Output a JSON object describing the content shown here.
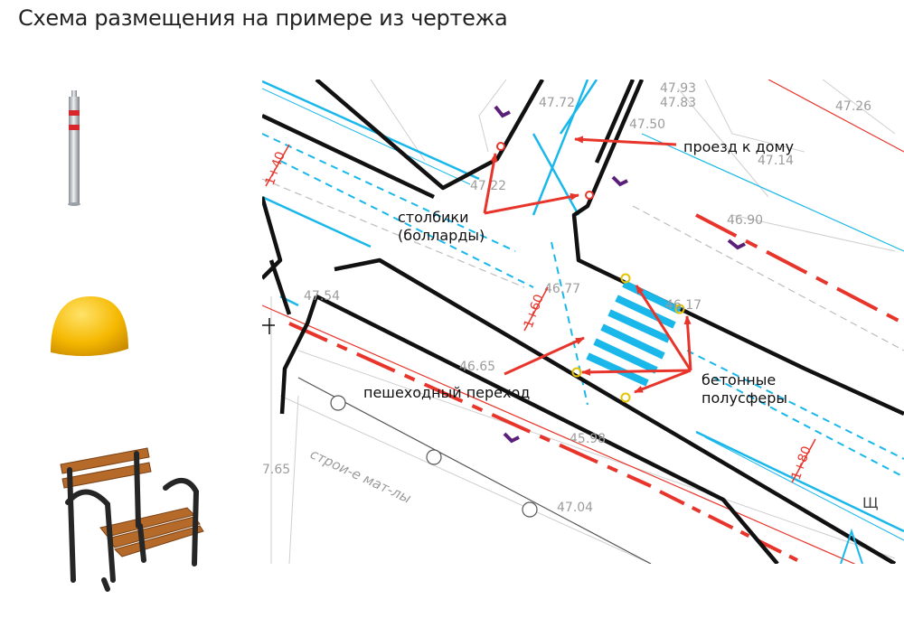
{
  "title": "Схема размещения на примере из чертежа",
  "products": [
    {
      "name": "bollard"
    },
    {
      "name": "concrete-hemisphere"
    },
    {
      "name": "bench"
    }
  ],
  "annotations": {
    "driveway": "проезд к дому",
    "bollards_line1": "столбики",
    "bollards_line2": "(болларды)",
    "crosswalk": "пешеходный переход",
    "hemispheres_line1": "бетонные",
    "hemispheres_line2": "полусферы"
  },
  "stations": {
    "s1": "1+40",
    "s2": "1+60",
    "s3": "1+80"
  },
  "elevations": [
    "47.72",
    "47.93",
    "47.83",
    "47.50",
    "47.26",
    "47.14",
    "46.90",
    "47.22",
    "46.77",
    "46.17",
    "47.54",
    "46.65",
    "45.98",
    "47.04",
    "7.65"
  ],
  "map_text": {
    "street_label": "строи-е мат-лы",
    "corner_letter": "Щ"
  },
  "colors": {
    "accent_red": "#e8352b",
    "road_blue": "#1ab8ea",
    "purple": "#5b1f7a"
  }
}
